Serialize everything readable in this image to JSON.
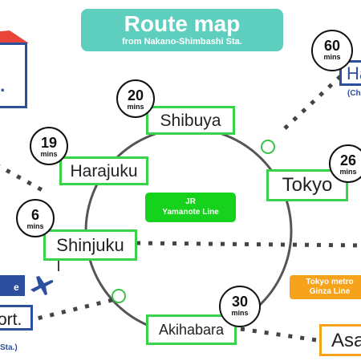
{
  "title": {
    "main": "Route map",
    "sub": "from Nakano-Shimbashi Sta."
  },
  "jr_line": {
    "line1": "JR",
    "line2": "Yamanote Line"
  },
  "metro_line": {
    "line1": "Tokyo metro",
    "line2": "Ginza Line"
  },
  "stations": {
    "shibuya": {
      "name": "Shibuya",
      "minutes": "20",
      "unit": "mins"
    },
    "harajuku": {
      "name": "Harajuku",
      "minutes": "19",
      "unit": "mins"
    },
    "shinjuku": {
      "name": "Shinjuku",
      "minutes": "6",
      "unit": "mins"
    },
    "tokyo": {
      "name": "Tokyo",
      "minutes": "26",
      "unit": "mins"
    },
    "akihabara": {
      "name": "Akihabara",
      "minutes": "30",
      "unit": "mins"
    },
    "top_right": {
      "name": "Ha",
      "minutes": "60",
      "unit": "mins",
      "note": "(Ch"
    },
    "bottom_right": {
      "name": "Asa"
    }
  },
  "left_edge": {
    "hotel_text": "l.",
    "blue_small": "e",
    "airport": "ort.",
    "airport_note": "Sta.)"
  },
  "colors": {
    "jr_green": "#39d34a",
    "title_teal": "#5ecfbe",
    "metro_orange": "#f7a21b",
    "edge_blue": "#2c4f9e"
  }
}
